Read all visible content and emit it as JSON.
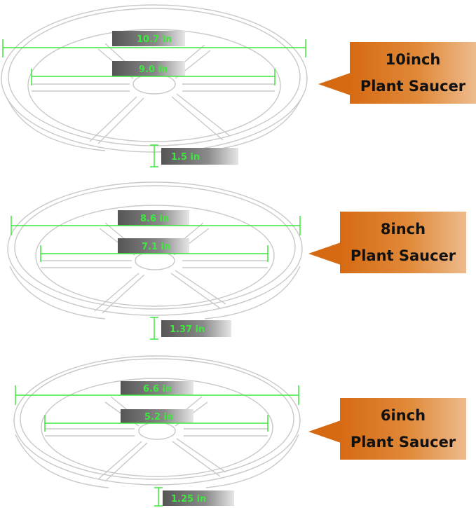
{
  "saucers": [
    {
      "callout": {
        "size": "10inch",
        "label": "Plant Saucer"
      },
      "outer_diameter": "10.7 in",
      "inner_diameter": "9.0 in",
      "height": "1.5 in"
    },
    {
      "callout": {
        "size": "8inch",
        "label": "Plant Saucer"
      },
      "outer_diameter": "8.6 in",
      "inner_diameter": "7.1 in",
      "height": "1.37 in"
    },
    {
      "callout": {
        "size": "6inch",
        "label": "Plant Saucer"
      },
      "outer_diameter": "6.6 in",
      "inner_diameter": "5.2 in",
      "height": "1.25 in"
    }
  ],
  "colors": {
    "dimension_line": "#3ee83e",
    "callout_orange": "#d66a12",
    "saucer_outline": "#c9c9c9"
  }
}
